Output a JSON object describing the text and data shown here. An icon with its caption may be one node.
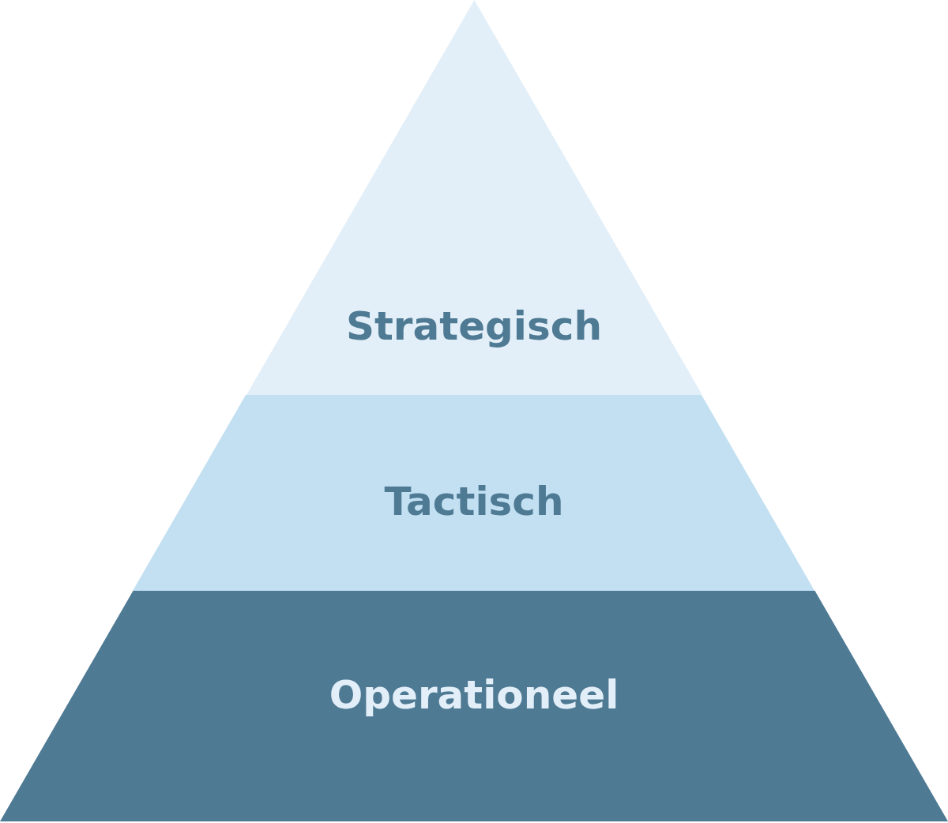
{
  "diagram": {
    "nodes": [
      {
        "text": [
          "Strategisch"
        ]
      },
      {
        "text": [
          "Tactisch"
        ]
      },
      {
        "text": [
          "Operationeel"
        ]
      }
    ]
  }
}
